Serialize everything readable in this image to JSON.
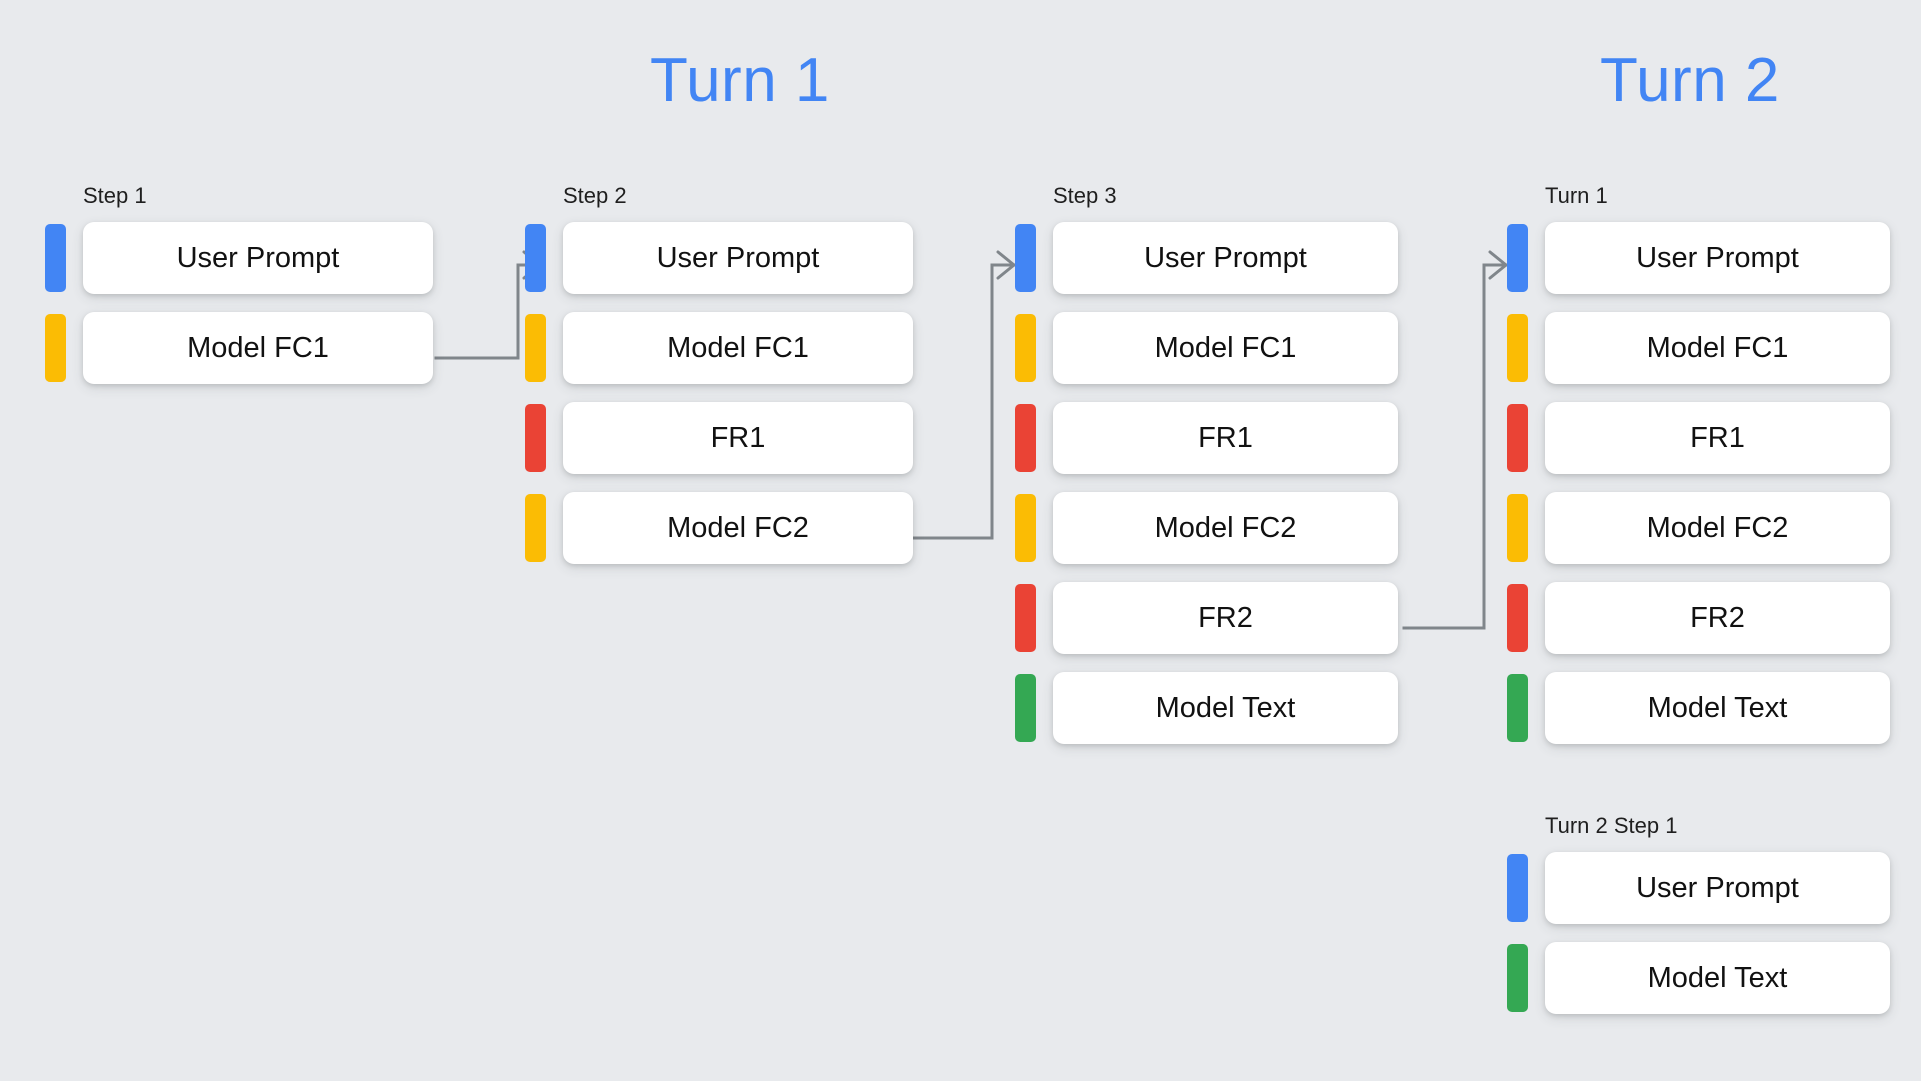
{
  "page": {
    "background_color": "#e8eaed",
    "title": "Turn and Step conversation history diagram"
  },
  "headings": [
    {
      "id": "turn-1",
      "label": "Turn 1",
      "color": "#4285f4"
    },
    {
      "id": "turn-2",
      "label": "Turn 2",
      "color": "#4285f4"
    }
  ],
  "palette": {
    "blue": "#4285f4",
    "yellow": "#fbbc04",
    "red": "#ea4335",
    "green": "#34a853",
    "card": "#ffffff",
    "connector": "#80868b",
    "text": "#111111"
  },
  "columns": [
    {
      "id": "step-1",
      "label": "Step 1",
      "rows": [
        {
          "label": "User Prompt",
          "color": "blue"
        },
        {
          "label": "Model FC1",
          "color": "yellow"
        }
      ]
    },
    {
      "id": "step-2",
      "label": "Step 2",
      "rows": [
        {
          "label": "User Prompt",
          "color": "blue"
        },
        {
          "label": "Model FC1",
          "color": "yellow"
        },
        {
          "label": "FR1",
          "color": "red"
        },
        {
          "label": "Model FC2",
          "color": "yellow"
        }
      ]
    },
    {
      "id": "step-3",
      "label": "Step 3",
      "rows": [
        {
          "label": "User Prompt",
          "color": "blue"
        },
        {
          "label": "Model FC1",
          "color": "yellow"
        },
        {
          "label": "FR1",
          "color": "red"
        },
        {
          "label": "Model FC2",
          "color": "yellow"
        },
        {
          "label": "FR2",
          "color": "red"
        },
        {
          "label": "Model Text",
          "color": "green"
        }
      ]
    },
    {
      "id": "turn-1",
      "label": "Turn 1",
      "rows": [
        {
          "label": "User Prompt",
          "color": "blue"
        },
        {
          "label": "Model FC1",
          "color": "yellow"
        },
        {
          "label": "FR1",
          "color": "red"
        },
        {
          "label": "Model FC2",
          "color": "yellow"
        },
        {
          "label": "FR2",
          "color": "red"
        },
        {
          "label": "Model Text",
          "color": "green"
        }
      ]
    },
    {
      "id": "turn-2-step-1",
      "label": "Turn 2 Step 1",
      "rows": [
        {
          "label": "User Prompt",
          "color": "blue"
        },
        {
          "label": "Model Text",
          "color": "green"
        }
      ]
    }
  ],
  "connectors": [
    {
      "id": "step-1-to-step-2",
      "from": "step-1.Model FC1",
      "to": "step-2.User Prompt"
    },
    {
      "id": "step-2-to-step-3",
      "from": "step-2.Model FC2",
      "to": "step-3.User Prompt"
    },
    {
      "id": "step-3-to-turn-1",
      "from": "step-3.FR2",
      "to": "turn-1.User Prompt"
    }
  ],
  "columns_text": {
    "step_1_label": "Step 1",
    "step_2_label": "Step 2",
    "step_3_label": "Step 3",
    "turn_1_label": "Turn 1",
    "turn_2_step_1_label": "Turn 2 Step 1"
  }
}
